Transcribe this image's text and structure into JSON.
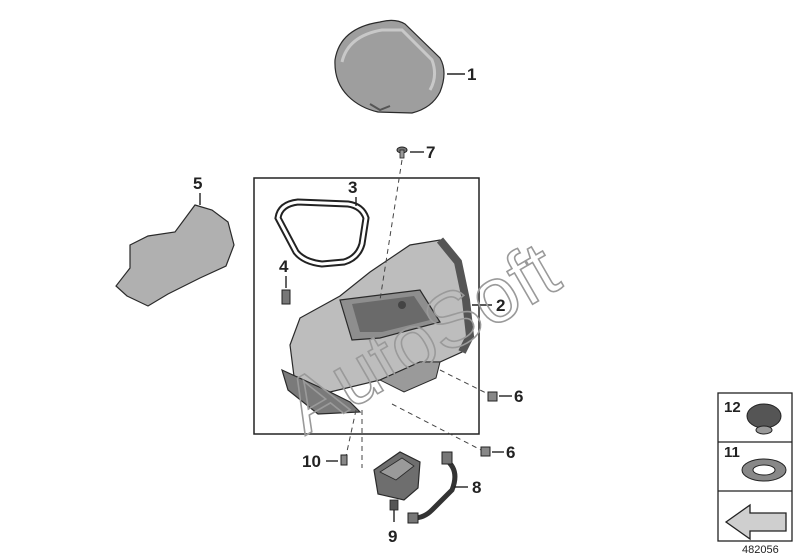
{
  "callouts": {
    "c1": "1",
    "c2": "2",
    "c3": "3",
    "c4": "4",
    "c5": "5",
    "c6a": "6",
    "c6b": "6",
    "c7": "7",
    "c8": "8",
    "c9": "9",
    "c10": "10"
  },
  "legend": {
    "item12": "12",
    "item11": "11"
  },
  "watermark": "AutoSoft",
  "document_number": "482056"
}
